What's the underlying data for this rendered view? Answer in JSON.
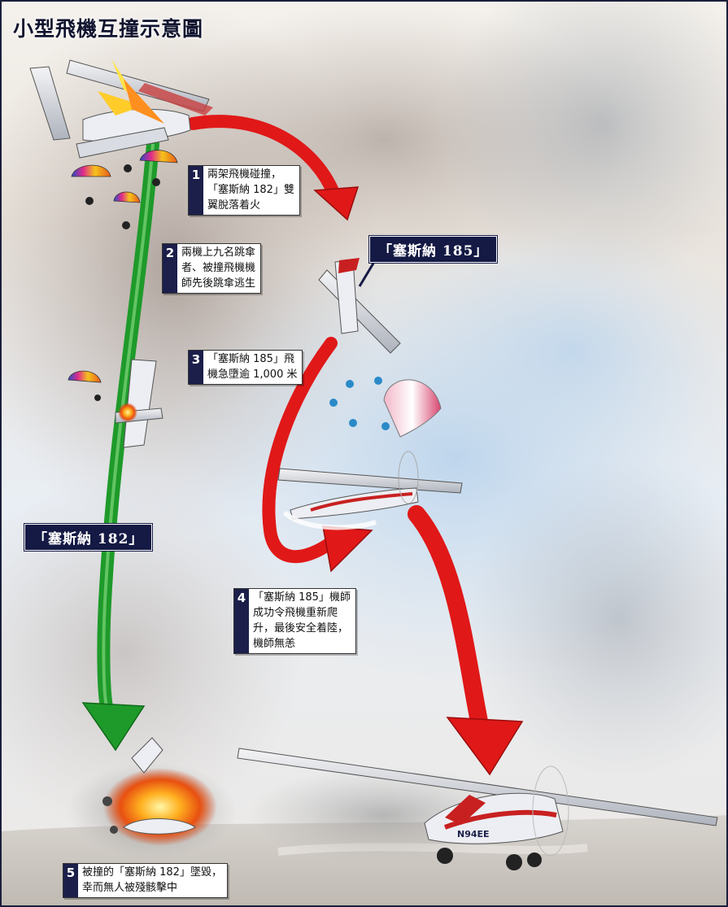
{
  "title": "小型飛機互撞示意圖",
  "labels": {
    "cessna185": "「塞斯納 185」",
    "cessna182": "「塞斯納 182」"
  },
  "steps": [
    {
      "num": "1",
      "text": "兩架飛機碰撞，\n「塞斯納 182」雙\n翼脫落着火"
    },
    {
      "num": "2",
      "text": "兩機上九名跳傘\n者、被撞飛機機\n師先後跳傘逃生"
    },
    {
      "num": "3",
      "text": "「塞斯納 185」飛\n機急墮逾 1,000 米"
    },
    {
      "num": "4",
      "text": "「塞斯納 185」機師\n成功令飛機重新爬\n升，最後安全着陸，\n機師無恙"
    },
    {
      "num": "5",
      "text": "被撞的「塞斯納 182」墜毀，\n幸而無人被殘骸擊中"
    }
  ],
  "plane_registration": "N94EE",
  "colors": {
    "red_path": "#e01818",
    "green_path": "#1e9a2a",
    "label_bg": "#141a44",
    "number_bg": "#1b1f4a"
  },
  "icons": [
    "plane",
    "parachute",
    "skydiver",
    "explosion",
    "smoke"
  ]
}
